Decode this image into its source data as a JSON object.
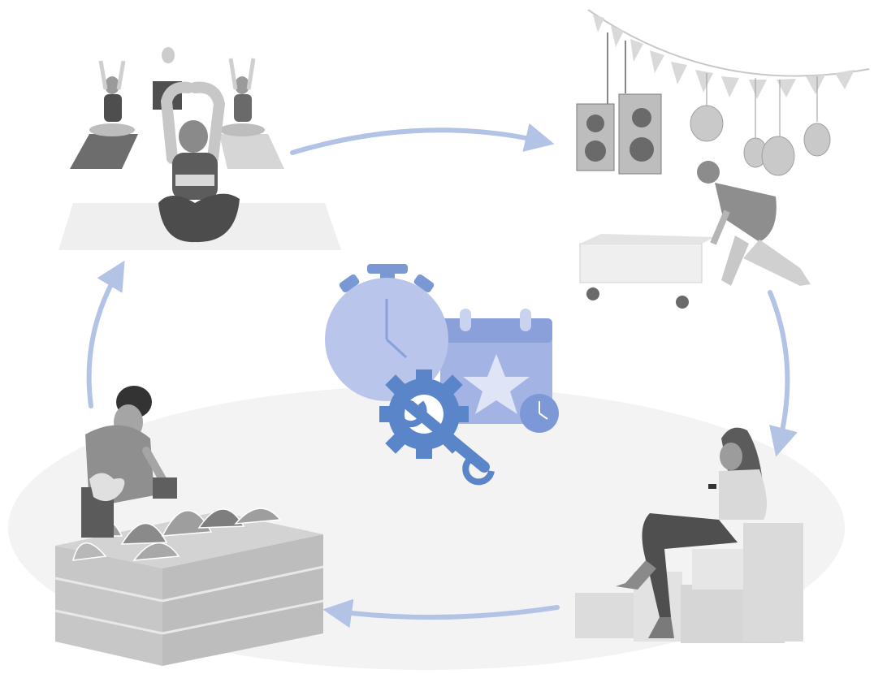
{
  "illustration": {
    "theme": "activity-cycle",
    "scenes": [
      {
        "id": "yoga",
        "icon": "yoga-scene"
      },
      {
        "id": "party",
        "icon": "party-setup-scene"
      },
      {
        "id": "relax",
        "icon": "phone-relax-scene"
      },
      {
        "id": "garden",
        "icon": "garden-bed-scene"
      }
    ],
    "center": {
      "icons": [
        "stopwatch-icon",
        "calendar-star-icon",
        "gear-wrench-icon",
        "clock-icon"
      ]
    },
    "colors": {
      "accent_light": "#b8c6e9",
      "accent_mid": "#8aa3da",
      "accent_dark": "#5a86c9",
      "arrow": "#b3c3e6",
      "ground": "#f3f3f3",
      "figure_dark": "#555555",
      "figure_mid": "#8c8c8c",
      "figure_light": "#cfcfcf"
    }
  }
}
